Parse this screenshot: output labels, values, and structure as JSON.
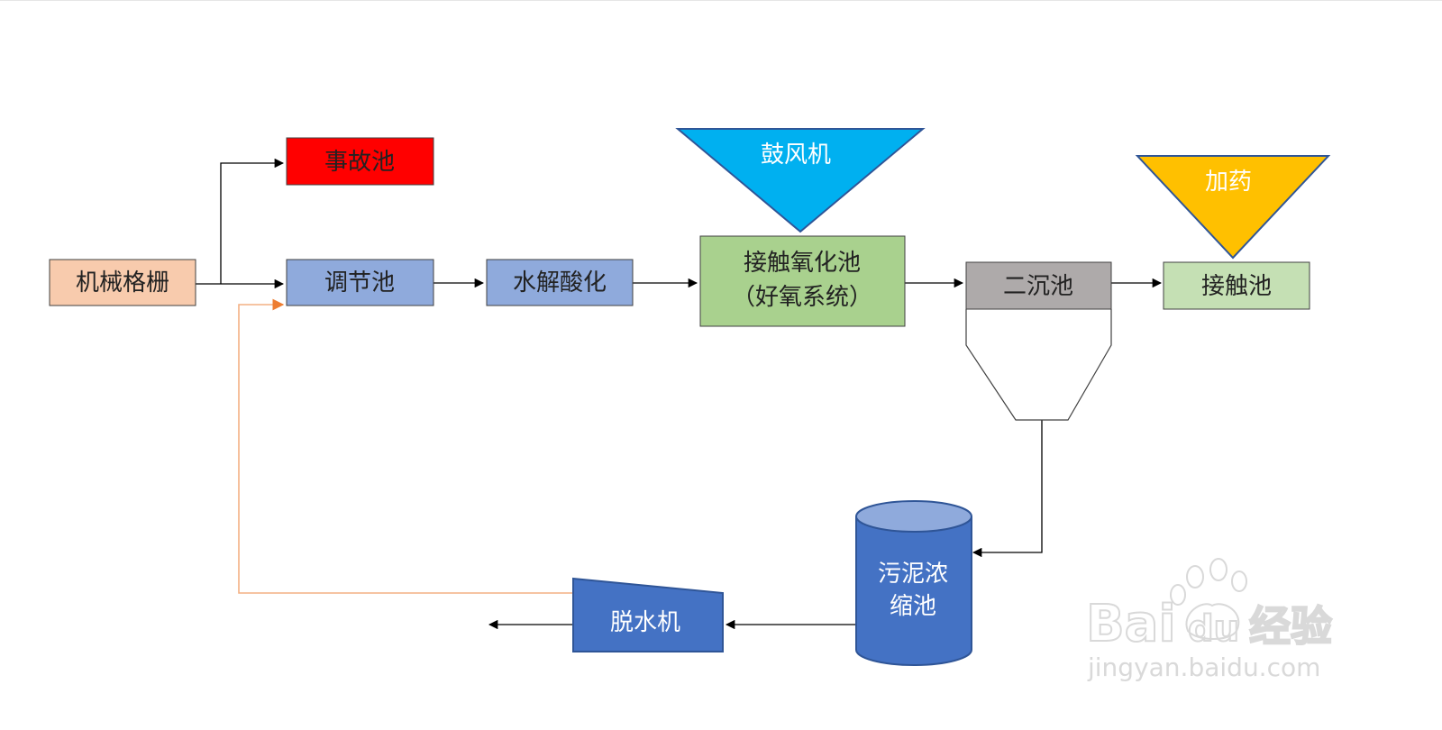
{
  "nodes": {
    "grille": "机械格栅",
    "accident_pool": "事故池",
    "regulating_pool": "调节池",
    "hydrolysis": "水解酸化",
    "contact_oxidation": "接触氧化池",
    "contact_oxidation_sub": "（好氧系统）",
    "blower": "鼓风机",
    "secondary_settling": "二沉池",
    "dosing": "加药",
    "contact_pool": "接触池",
    "sludge_thickener_line1": "污泥浓",
    "sludge_thickener_line2": "缩池",
    "dewatering": "脱水机"
  },
  "watermark": {
    "brand": "Bai",
    "brand2": "du",
    "brand_cn": "经验",
    "url": "jingyan.baidu.com"
  },
  "colors": {
    "grille": "#f8cbad",
    "accident_pool": "#ff0000",
    "process_blue": "#8faadc",
    "contact_oxidation": "#a9d18e",
    "blower": "#00b0f0",
    "secondary_settling": "#aeaaaa",
    "dosing": "#ffc000",
    "contact_pool": "#c5e0b4",
    "sludge": "#4472c4",
    "return_line": "#f4b183"
  }
}
